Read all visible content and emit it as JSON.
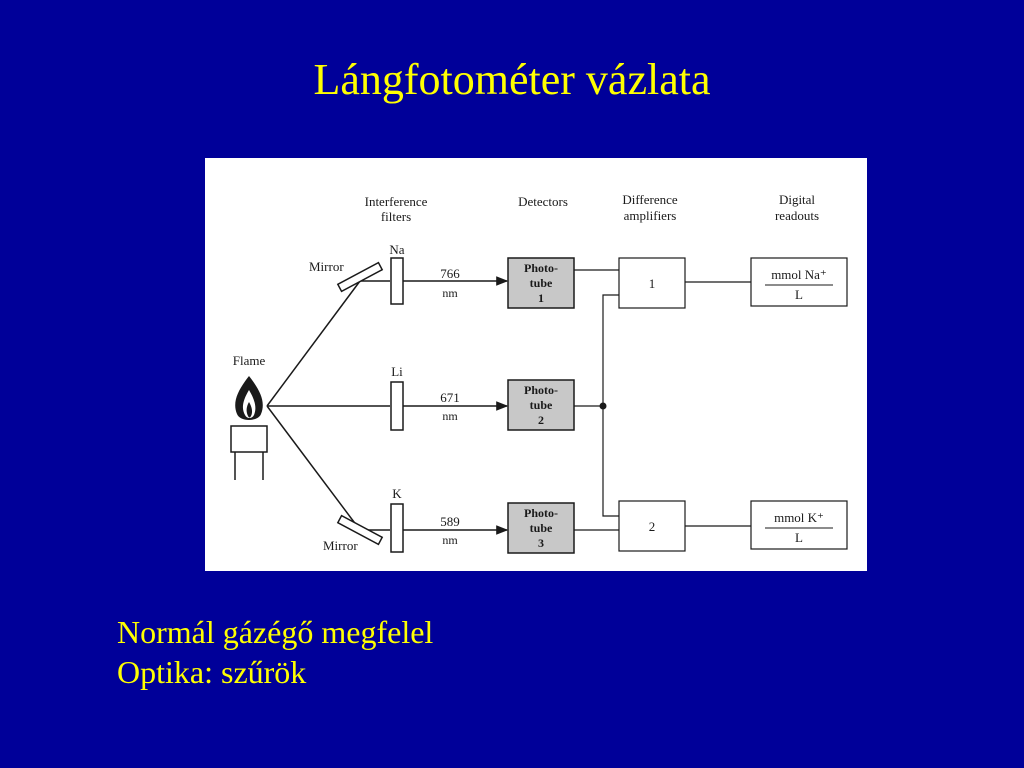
{
  "slide": {
    "title": "Lángfotométer vázlata",
    "bullets": [
      "Normál gázégő megfelel",
      "Optika: szűrök"
    ]
  },
  "diagram": {
    "headers": {
      "filters": [
        "Interference",
        "filters"
      ],
      "detectors": "Detectors",
      "amplifiers": [
        "Difference",
        "amplifiers"
      ],
      "readouts": [
        "Digital",
        "readouts"
      ]
    },
    "flame_label": "Flame",
    "mirror_label": "Mirror",
    "channels": [
      {
        "element": "Na",
        "wavelength": "766",
        "unit": "nm",
        "tube": [
          "Photo-",
          "tube",
          "1"
        ]
      },
      {
        "element": "Li",
        "wavelength": "671",
        "unit": "nm",
        "tube": [
          "Photo-",
          "tube",
          "2"
        ]
      },
      {
        "element": "K",
        "wavelength": "589",
        "unit": "nm",
        "tube": [
          "Photo-",
          "tube",
          "3"
        ]
      }
    ],
    "amplifiers": [
      "1",
      "2"
    ],
    "readouts": [
      {
        "numerator": "mmol Na⁺",
        "denominator": "L"
      },
      {
        "numerator": "mmol K⁺",
        "denominator": "L"
      }
    ],
    "colors": {
      "tube_fill": "#c8c8c8",
      "line": "#1a1a1a"
    }
  }
}
